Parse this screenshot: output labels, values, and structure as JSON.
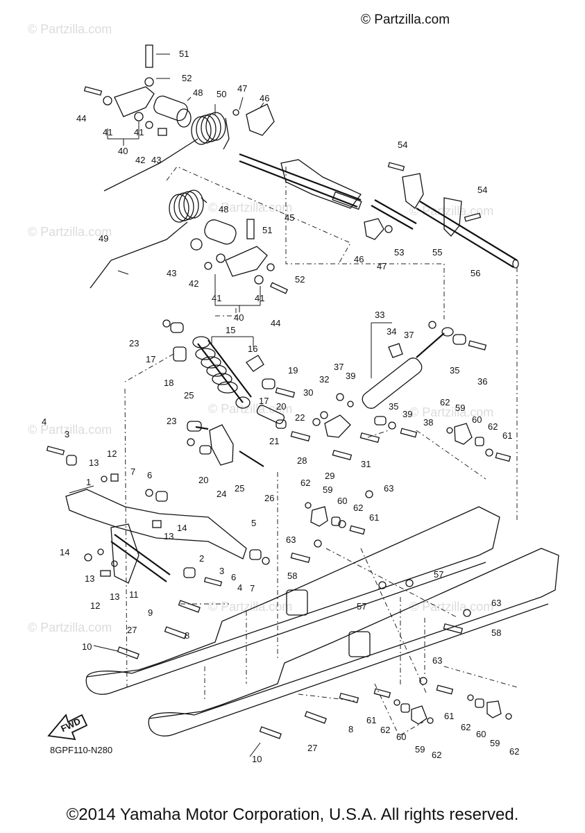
{
  "watermark_text": "© Partzilla.com",
  "header": {
    "copyright": "© Partzilla.com"
  },
  "diagram": {
    "ref_code": "8GPF110-N280",
    "fwd_label": "FWD",
    "part_labels": [
      {
        "id": "l51a",
        "text": "51"
      },
      {
        "id": "l52a",
        "text": "52"
      },
      {
        "id": "l48a",
        "text": "48"
      },
      {
        "id": "l50",
        "text": "50"
      },
      {
        "id": "l47a",
        "text": "47"
      },
      {
        "id": "l46a",
        "text": "46"
      },
      {
        "id": "l44a",
        "text": "44"
      },
      {
        "id": "l41a",
        "text": "41"
      },
      {
        "id": "l41b",
        "text": "41"
      },
      {
        "id": "l40a",
        "text": "40"
      },
      {
        "id": "l42a",
        "text": "42"
      },
      {
        "id": "l43a",
        "text": "43"
      },
      {
        "id": "l54a",
        "text": "54"
      },
      {
        "id": "l54b",
        "text": "54"
      },
      {
        "id": "l48b",
        "text": "48"
      },
      {
        "id": "l51b",
        "text": "51"
      },
      {
        "id": "l45",
        "text": "45"
      },
      {
        "id": "l49",
        "text": "49"
      },
      {
        "id": "l46b",
        "text": "46"
      },
      {
        "id": "l47b",
        "text": "47"
      },
      {
        "id": "l53",
        "text": "53"
      },
      {
        "id": "l55",
        "text": "55"
      },
      {
        "id": "l56",
        "text": "56"
      },
      {
        "id": "l43b",
        "text": "43"
      },
      {
        "id": "l42b",
        "text": "42"
      },
      {
        "id": "l52b",
        "text": "52"
      },
      {
        "id": "l41c",
        "text": "41"
      },
      {
        "id": "l41d",
        "text": "41"
      },
      {
        "id": "l40b",
        "text": "40"
      },
      {
        "id": "l44b",
        "text": "44"
      },
      {
        "id": "l33",
        "text": "33"
      },
      {
        "id": "l34",
        "text": "34"
      },
      {
        "id": "l37a",
        "text": "37"
      },
      {
        "id": "l15",
        "text": "15"
      },
      {
        "id": "l16",
        "text": "16"
      },
      {
        "id": "l23a",
        "text": "23"
      },
      {
        "id": "l17a",
        "text": "17"
      },
      {
        "id": "l18",
        "text": "18"
      },
      {
        "id": "l35a",
        "text": "35"
      },
      {
        "id": "l36",
        "text": "36"
      },
      {
        "id": "l19",
        "text": "19"
      },
      {
        "id": "l37b",
        "text": "37"
      },
      {
        "id": "l32",
        "text": "32"
      },
      {
        "id": "l39a",
        "text": "39"
      },
      {
        "id": "l17b",
        "text": "17"
      },
      {
        "id": "l20a",
        "text": "20"
      },
      {
        "id": "l30",
        "text": "30"
      },
      {
        "id": "l25a",
        "text": "25"
      },
      {
        "id": "l35b",
        "text": "35"
      },
      {
        "id": "l39b",
        "text": "39"
      },
      {
        "id": "l62a",
        "text": "62"
      },
      {
        "id": "l59a",
        "text": "59"
      },
      {
        "id": "l22",
        "text": "22"
      },
      {
        "id": "l23b",
        "text": "23"
      },
      {
        "id": "l21",
        "text": "21"
      },
      {
        "id": "l38",
        "text": "38"
      },
      {
        "id": "l60a",
        "text": "60"
      },
      {
        "id": "l62b",
        "text": "62"
      },
      {
        "id": "l61a",
        "text": "61"
      },
      {
        "id": "l4a",
        "text": "4"
      },
      {
        "id": "l3a",
        "text": "3"
      },
      {
        "id": "l28",
        "text": "28"
      },
      {
        "id": "l31",
        "text": "31"
      },
      {
        "id": "l13a",
        "text": "13"
      },
      {
        "id": "l12a",
        "text": "12"
      },
      {
        "id": "l20b",
        "text": "20"
      },
      {
        "id": "l29",
        "text": "29"
      },
      {
        "id": "l7a",
        "text": "7"
      },
      {
        "id": "l6a",
        "text": "6"
      },
      {
        "id": "l24",
        "text": "24"
      },
      {
        "id": "l25b",
        "text": "25"
      },
      {
        "id": "l26",
        "text": "26"
      },
      {
        "id": "l1",
        "text": "1"
      },
      {
        "id": "l62c",
        "text": "62"
      },
      {
        "id": "l59b",
        "text": "59"
      },
      {
        "id": "l63a",
        "text": "63"
      },
      {
        "id": "l60b",
        "text": "60"
      },
      {
        "id": "l62d",
        "text": "62"
      },
      {
        "id": "l61b",
        "text": "61"
      },
      {
        "id": "l14a",
        "text": "14"
      },
      {
        "id": "l13b",
        "text": "13"
      },
      {
        "id": "l5",
        "text": "5"
      },
      {
        "id": "l63b",
        "text": "63"
      },
      {
        "id": "l14b",
        "text": "14"
      },
      {
        "id": "l2",
        "text": "2"
      },
      {
        "id": "l13c",
        "text": "13"
      },
      {
        "id": "l58a",
        "text": "58"
      },
      {
        "id": "l3b",
        "text": "3"
      },
      {
        "id": "l6b",
        "text": "6"
      },
      {
        "id": "l7b",
        "text": "7"
      },
      {
        "id": "l4b",
        "text": "4"
      },
      {
        "id": "l57a",
        "text": "57"
      },
      {
        "id": "l13d",
        "text": "13"
      },
      {
        "id": "l11",
        "text": "11"
      },
      {
        "id": "l12b",
        "text": "12"
      },
      {
        "id": "l9",
        "text": "9"
      },
      {
        "id": "l57b",
        "text": "57"
      },
      {
        "id": "l63c",
        "text": "63"
      },
      {
        "id": "l27a",
        "text": "27"
      },
      {
        "id": "l8a",
        "text": "8"
      },
      {
        "id": "l58b",
        "text": "58"
      },
      {
        "id": "l10a",
        "text": "10"
      },
      {
        "id": "l63d",
        "text": "63"
      },
      {
        "id": "l61c",
        "text": "61"
      },
      {
        "id": "l61d",
        "text": "61"
      },
      {
        "id": "l8b",
        "text": "8"
      },
      {
        "id": "l62e",
        "text": "62"
      },
      {
        "id": "l60c",
        "text": "60"
      },
      {
        "id": "l62f",
        "text": "62"
      },
      {
        "id": "l60d",
        "text": "60"
      },
      {
        "id": "l27b",
        "text": "27"
      },
      {
        "id": "l59c",
        "text": "59"
      },
      {
        "id": "l59d",
        "text": "59"
      },
      {
        "id": "l62g",
        "text": "62"
      },
      {
        "id": "l62h",
        "text": "62"
      },
      {
        "id": "l10b",
        "text": "10"
      }
    ]
  },
  "footer": {
    "text": "©2014 Yamaha Motor Corporation, U.S.A. All rights reserved."
  }
}
